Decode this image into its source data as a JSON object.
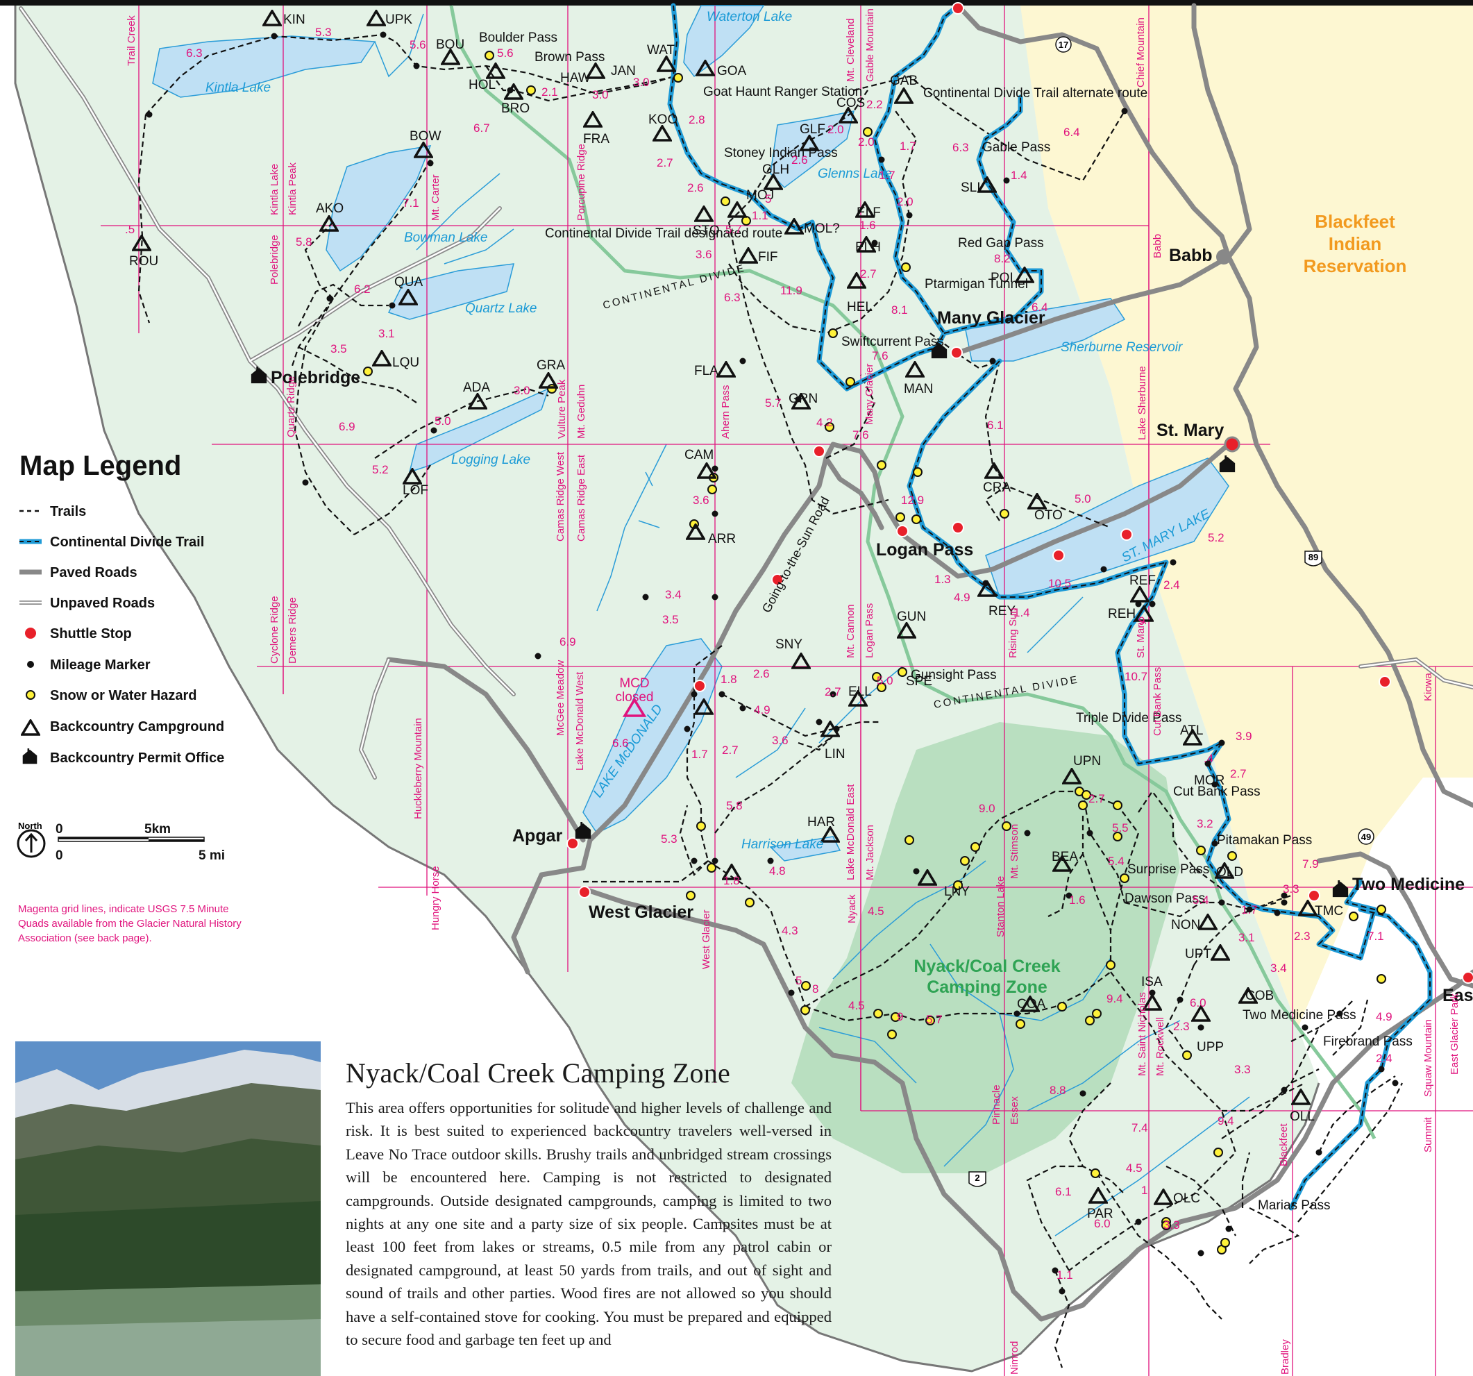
{
  "legend": {
    "title": "Map Legend",
    "items": [
      {
        "key": "trails",
        "label": "Trails"
      },
      {
        "key": "cdt",
        "label": "Continental Divide Trail"
      },
      {
        "key": "paved",
        "label": "Paved Roads"
      },
      {
        "key": "unpaved",
        "label": "Unpaved Roads"
      },
      {
        "key": "shuttle",
        "label": "Shuttle Stop"
      },
      {
        "key": "mile",
        "label": "Mileage Marker"
      },
      {
        "key": "hazard",
        "label": "Snow or Water Hazard"
      },
      {
        "key": "camp",
        "label": "Backcountry Campground"
      },
      {
        "key": "permit",
        "label": "Backcountry Permit Office"
      }
    ],
    "scale": {
      "north": "North",
      "zero_km": "0",
      "km": "5km",
      "zero_mi": "0",
      "mi": "5 mi"
    },
    "grid_note": [
      "Magenta grid lines, indicate USGS 7.5 Minute",
      "Quads available from the Glacier Natural History",
      "Association (see back page)."
    ]
  },
  "map": {
    "colors": {
      "park": "#e4f2e6",
      "reservation": "#fdf7d2",
      "zone": "#b9dfc0",
      "trail": "#111111",
      "cdt": "#1f9bd7",
      "paved": "#888888",
      "water": "#bfe0f4",
      "stream": "#2a9cd8",
      "grid": "#e0137d",
      "divide": "#86c99b",
      "shuttle": "#e8202a",
      "hazard": "#fff23a"
    },
    "reservation": [
      "Blackfeet",
      "Indian",
      "Reservation"
    ],
    "zone_label": [
      "Nyack/Coal Creek",
      "Camping Zone"
    ],
    "divide_label": "CONTINENTAL DIVIDE",
    "road_label": "Going-to-the-Sun Road",
    "mcd": [
      "MCD",
      "closed"
    ],
    "towns": [
      "Polebridge",
      "Many Glacier",
      "Logan Pass",
      "St. Mary",
      "Babb",
      "Apgar",
      "West Glacier",
      "Two Medicine",
      "East Glacier"
    ],
    "waters": [
      "Waterton Lake",
      "Kintla Lake",
      "Bowman Lake",
      "Quartz Lake",
      "Logging Lake",
      "Glenns Lake",
      "Sherburne Reservoir",
      "ST. MARY LAKE",
      "LAKE McDONALD",
      "Harrison Lake"
    ],
    "camps": [
      "KIN",
      "UPK",
      "BOU",
      "HOL",
      "BRO",
      "HAW",
      "JAN",
      "WAT",
      "GOA",
      "FRA",
      "KOO",
      "GAB",
      "COS",
      "GLF",
      "GLH",
      "MOJ",
      "STO",
      "MOL?",
      "FIF",
      "ELF",
      "ELH",
      "HEL",
      "POI",
      "SLI",
      "BOW",
      "AKO",
      "ROU",
      "QUA",
      "LQU",
      "GRA",
      "ADA",
      "LOF",
      "FLA",
      "GRN",
      "MAN",
      "CRA",
      "OTO",
      "CAM",
      "ARR",
      "REF",
      "REH",
      "REY",
      "GUN",
      "SNY",
      "SPE",
      "ELL",
      "LIN",
      "HAR",
      "UPN",
      "BEA",
      "LNY",
      "ATL",
      "MOR",
      "OLD",
      "TMC",
      "NON",
      "UPT",
      "COB",
      "UPP",
      "ISA",
      "COA",
      "OLL",
      "PAR",
      "OLC"
    ],
    "passes": [
      "Boulder Pass",
      "Brown Pass",
      "Goat Haunt Ranger Station",
      "Continental Divide Trail alternate route",
      "Gable Pass",
      "Stoney Indian Pass",
      "Continental Divide Trail designated route",
      "Red Gap Pass",
      "Ptarmigan Tunnel",
      "Swiftcurrent Pass",
      "Gunsight Pass",
      "Triple Divide Pass",
      "Cut Bank Pass",
      "Pitamakan Pass",
      "Surprise Pass",
      "Dawson Pass",
      "Two Medicine Pass",
      "Firebrand Pass",
      "Marias Pass"
    ],
    "distances": [
      "6.3",
      "5.3",
      "5.6",
      "5.6",
      "2.1",
      "3.0",
      "3.0",
      "2.8",
      "2.7",
      "2.6",
      "6.7",
      "7.1",
      "5.8",
      "6.2",
      "3.5",
      "3.1",
      "6.9",
      "5.0",
      "3.0",
      "5.2",
      "2.2",
      "2.0",
      "2.0",
      "1.7",
      "1.7",
      "2.0",
      "6.3",
      "6.4",
      "1.4",
      "2.6",
      "5",
      "5.7",
      "1.1",
      "3.6",
      "1.6",
      "2.7",
      "8.1",
      "8.2",
      "6.4",
      "11.9",
      "6.3",
      "5.7",
      "4.2",
      "7.6",
      "7.6",
      "6.1",
      "5.0",
      "12.9",
      "1.3",
      "4.9",
      "1.4",
      "10.5",
      "2.4",
      "5.2",
      "3.6",
      "3.4",
      "3.5",
      "6.9",
      "1.8",
      "2.6",
      "4.9",
      "2.7",
      "5.0",
      "1.7",
      "2.7",
      "3.6",
      "5.8",
      "5.3",
      "1.8",
      "4.8",
      "4.3",
      "6.6",
      "9",
      "10.7",
      "3.9",
      "2.7",
      "3.2",
      "7.9",
      "3.3",
      "1.7",
      "3.1",
      "3.4",
      "2.3",
      "7.1",
      "4.9",
      "2.4",
      "5.4",
      "9.0",
      "2.7",
      "5.5",
      "5.4",
      "1.6",
      "4.5",
      "4.5",
      "5.7",
      "8",
      "5",
      "9",
      "9.4",
      "8.8",
      "7.4",
      "9.4",
      "4.5",
      "6.1",
      "6.0",
      "1.1",
      "3.3",
      "2.3",
      "6.0",
      "3.3",
      ".5",
      ".4",
      "1"
    ],
    "grid_names": [
      "Trail Creek",
      "Kintla Lake",
      "Kintla Peak",
      "Polebridge",
      "Mt. Carter",
      "Porcupine Ridge",
      "Mt. Cleveland",
      "Gable Mountain",
      "Chief Mountain",
      "Babb",
      "Quartz Ridge",
      "Vulture Peak",
      "Mt. Geduhn",
      "Ahern Pass",
      "Many Glacier",
      "Lake Sherburne",
      "Camas Ridge West",
      "Camas Ridge East",
      "Cyclone Ridge",
      "Demers Ridge",
      "Huckleberry Mountain",
      "McGee Meadow",
      "Lake McDonald West",
      "Mt. Cannon",
      "Logan Pass",
      "Rising Sun",
      "St. Mary",
      "Cut Bank Pass",
      "Kiowa",
      "Hungry Horse",
      "West Glacier",
      "Nyack",
      "Lake McDonald East",
      "Mt. Jackson",
      "Mt. Stimson",
      "Stanton Lake",
      "Pinnacle",
      "Essex",
      "Mt. Saint Nicholas",
      "Mt. Rockwell",
      "Blackfeet",
      "Squaw Mountain",
      "Summit",
      "East Glacier Park",
      "Nimrod",
      "Bradley"
    ],
    "road_shields": [
      "17",
      "89",
      "49",
      "2"
    ]
  },
  "article": {
    "title": "Nyack/Coal Creek Camping Zone",
    "body": "This area offers opportunities for solitude and higher levels of challenge and risk. It is best suited to experienced backcountry travelers well-versed in Leave No Trace outdoor skills. Brushy trails and unbridged stream crossings will be encountered here. Camping is not restricted to designated campgrounds. Outside designated campgrounds, camping is limited to two nights at any one site and a party size of six people. Campsites must be at least 100 feet from lakes or streams, 0.5 mile from any patrol cabin or designated campground, at least 50 yards from trails, and out of sight and sound of trails and other parties. Wood fires are not allowed so you should have a self-contained stove for cooking. You must be prepared and equipped to secure food and garbage ten feet up and"
  }
}
